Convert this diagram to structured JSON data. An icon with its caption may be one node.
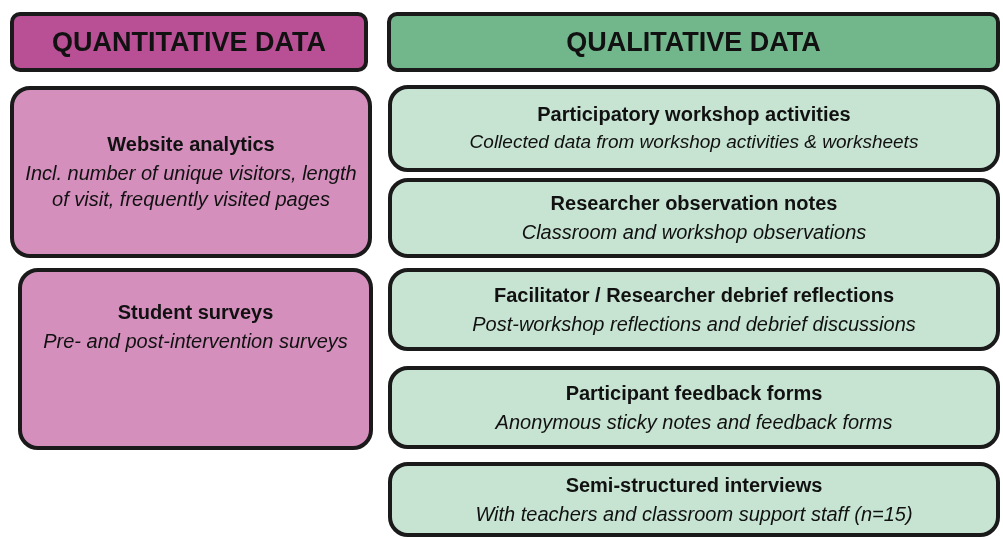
{
  "diagram": {
    "nodes": [
      {
        "text": [
          "QUANTITATIVE DATA"
        ]
      },
      {
        "text": [
          "QUALITATIVE DATA"
        ]
      },
      {
        "text": [
          "Website analytics",
          "Incl.  number of unique visitors, length of visit, frequently visited pages"
        ]
      },
      {
        "text": [
          "Student surveys",
          "Pre- and post-intervention surveys"
        ]
      },
      {
        "text": [
          "Participatory workshop activities",
          "Collected data from workshop activities & worksheets"
        ]
      },
      {
        "text": [
          "Researcher observation notes",
          "Classroom and workshop observations"
        ]
      },
      {
        "text": [
          "Facilitator / Researcher debrief reflections",
          "Post-workshop reflections and debrief discussions"
        ]
      },
      {
        "text": [
          "Participant feedback forms",
          "Anonymous sticky notes and feedback forms"
        ]
      },
      {
        "text": [
          "Semi-structured interviews",
          "With teachers and classroom support staff (n=15)"
        ]
      }
    ]
  }
}
